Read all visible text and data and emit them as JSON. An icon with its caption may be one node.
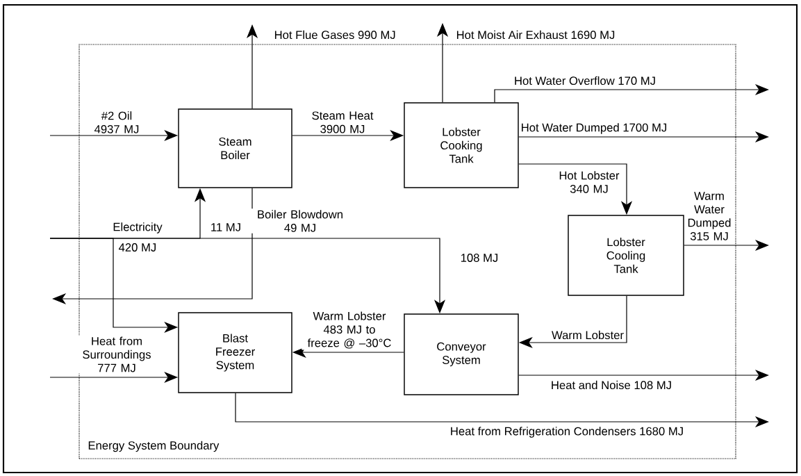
{
  "diagram": {
    "nodes": [
      {
        "text": [
          "Energy System Boundary"
        ]
      },
      {
        "text": [
          "Steam Boiler"
        ],
        "in": 0
      },
      {
        "text": [
          "Lobster Cooking Tank"
        ],
        "in": 0
      },
      {
        "text": [
          "Lobster Cooling Tank"
        ],
        "in": 0
      },
      {
        "text": [
          "Blast Freezer System"
        ],
        "in": 0
      },
      {
        "text": [
          "Conveyor System"
        ],
        "in": 0
      }
    ],
    "edges": [
      {
        "from": null,
        "to": 1,
        "arrow": "to",
        "label": "#2 Oil 4937 MJ"
      },
      {
        "from": 1,
        "to": null,
        "arrow": "to",
        "label": "Hot Flue Gases 990 MJ"
      },
      {
        "from": 1,
        "to": 2,
        "arrow": "to",
        "label": "Steam Heat 3900 MJ"
      },
      {
        "from": 2,
        "to": null,
        "arrow": "to",
        "label": "Hot Moist Air Exhaust 1690 MJ"
      },
      {
        "from": 2,
        "to": null,
        "arrow": "to",
        "label": "Hot Water Overflow 170 MJ"
      },
      {
        "from": 2,
        "to": null,
        "arrow": "to",
        "label": "Hot Water Dumped 1700 MJ"
      },
      {
        "from": 2,
        "to": 3,
        "arrow": "to",
        "label": "Hot Lobster 340 MJ"
      },
      {
        "from": 3,
        "to": null,
        "arrow": "to",
        "label": "Warm Water Dumped 315 MJ"
      },
      {
        "from": 1,
        "to": null,
        "arrow": "to",
        "label": "Boiler Blowdown 49 MJ"
      },
      {
        "from": null,
        "to": 1,
        "arrow": "to",
        "label": "11 MJ"
      },
      {
        "from": null,
        "to": 4,
        "arrow": "to",
        "label": "420 MJ"
      },
      {
        "from": null,
        "to": 5,
        "arrow": "to",
        "label": "108 MJ"
      },
      {
        "from": 3,
        "to": 5,
        "arrow": "to",
        "label": "Warm Lobster"
      },
      {
        "from": 5,
        "to": 4,
        "arrow": "to",
        "label": "Warm Lobster 483 MJ to freeze @ –30°C"
      },
      {
        "from": 5,
        "to": null,
        "arrow": "to",
        "label": "Heat and Noise 108 MJ"
      },
      {
        "from": null,
        "to": 4,
        "arrow": "to",
        "label": "Heat from Surroundings 777 MJ"
      },
      {
        "from": 4,
        "to": null,
        "arrow": "to",
        "label": "Heat from Refrigeration Condensers 1680 MJ"
      }
    ],
    "labels": [
      "Electricity"
    ]
  }
}
